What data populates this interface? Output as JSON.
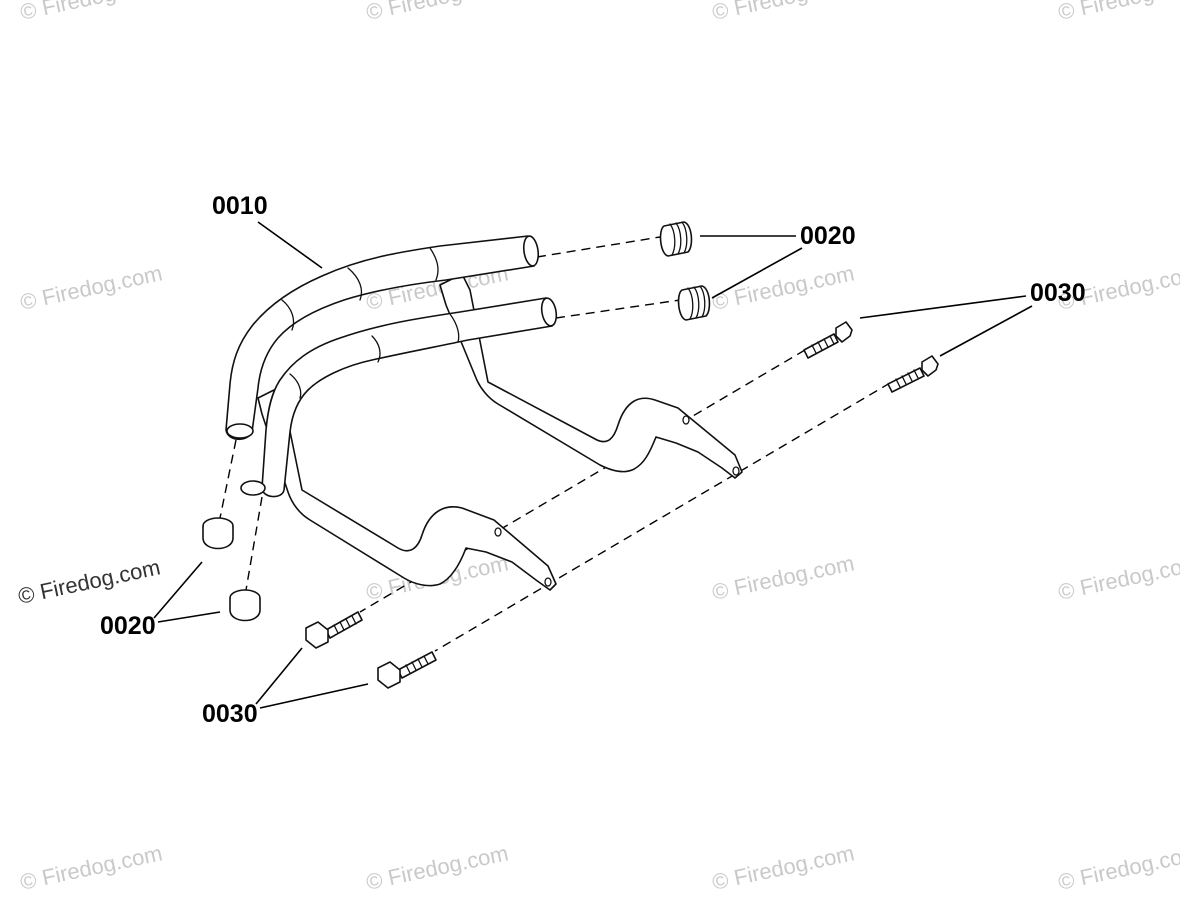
{
  "watermark": {
    "text": "© Firedog.com"
  },
  "callouts": {
    "tube_frame": "0010",
    "cap_right": "0020",
    "cap_left": "0020",
    "screw_right": "0030",
    "screw_left": "0030"
  },
  "colors": {
    "line": "#111111",
    "watermark": "#c9c9c9",
    "background": "#ffffff"
  }
}
